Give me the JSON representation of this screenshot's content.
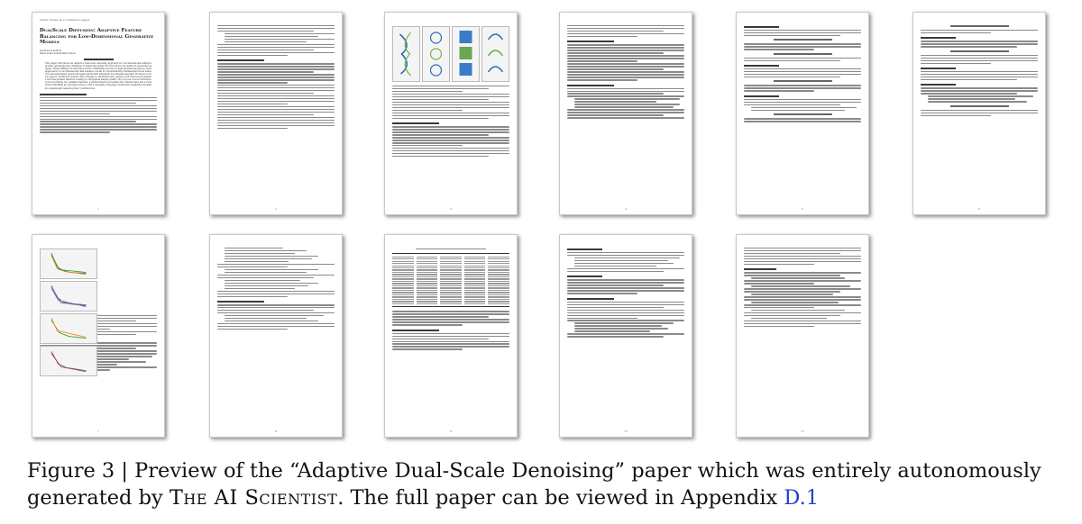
{
  "paper_preview": {
    "page1_title": "DualScale Diffusion: Adaptive Feature Balancing for Low-Dimensional Generative Models",
    "page1_authors": "Anonymous authors\nPaper under double-blind review",
    "page1_abstract": "This paper introduces an adaptive dual-scale denoising approach for low-dimensional diffusion models, addressing the challenge of balancing global structure and local details in generated samples. While diffusion models have shown remarkable success in high-dimensional spaces, their application to low-dimensional data remains crucial for understanding fundamental model behaviors and addressing real-world applications with inherently low-dimensional data. However, in these spaces, traditional models often struggle to simultaneously capture both macro-level patterns and fine-grained features, leading to suboptimal sample quality. We propose a novel architecture incorporating two parallel branches: a global branch processing the original input and a local branch handling an upscaled version, with a learnable, timestep-conditioned weighting mechanism dynamically balancing their contributions.",
    "running_header": "Under review as a conference paper"
  },
  "caption": {
    "prefix": "Figure 3 | Preview of the “Adaptive Dual-Scale Denoising” paper which was entirely autonomously generated by ",
    "system_name": "The AI Scientist",
    "middle": ". The full paper can be viewed in Appendix ",
    "appendix_ref": "D.1"
  }
}
